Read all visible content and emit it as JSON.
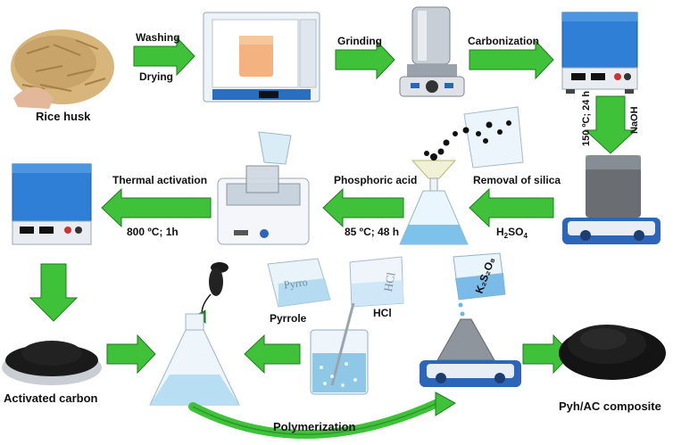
{
  "labels": {
    "rice_husk": "Rice husk",
    "washing": "Washing",
    "drying": "Drying",
    "grinding": "Grinding",
    "carbonization": "Carbonization",
    "temp_time": "150 ºC; 24 h",
    "naoh": "NaOH",
    "removal_of_silica": "Removal of silica",
    "h2so4_main": "H",
    "h2so4_sub": "2",
    "h2so4_tail": "SO",
    "h2so4_sub2": "4",
    "phosphoric_acid": "Phosphoric acid",
    "acid_conditions": "85 ºC; 48 h",
    "thermal_activation": "Thermal activation",
    "activation_conditions": "800 ºC; 1h",
    "activated_carbon": "Activated carbon",
    "pyrrole": "Pyrrole",
    "hcl": "HCl",
    "polymerization": "Polymerization",
    "composite": "Pyh/AC composite",
    "beaker_pyrrole_text": "Pyrro",
    "beaker_hcl_text": "HCl",
    "k2s2o8": "K₂S₂O₈"
  },
  "colors": {
    "arrow_green": "#3fc23a",
    "arrow_dark": "#1f7a1c",
    "furnace_blue": "#2f7fd6",
    "liquid_blue": "#9fd2ee",
    "carbon": "#1a1a1a",
    "husk": "#c9a46a"
  }
}
